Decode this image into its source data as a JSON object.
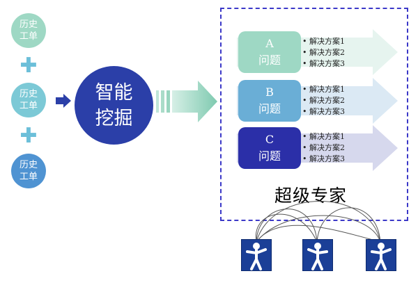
{
  "tickets": [
    {
      "line1": "历史",
      "line2": "工单"
    },
    {
      "line1": "历史",
      "line2": "工单"
    },
    {
      "line1": "历史",
      "line2": "工单"
    }
  ],
  "mining": {
    "line1": "智能",
    "line2": "挖掘"
  },
  "problems": [
    {
      "letter": "A",
      "label": "问题",
      "color": "#9ed8c4",
      "arrow_color": "#e6f4ef",
      "solutions": [
        "解决方案1",
        "解决方案2",
        "解决方案3"
      ]
    },
    {
      "letter": "B",
      "label": "问题",
      "color": "#6aaed6",
      "arrow_color": "#dbe9f4",
      "solutions": [
        "解决方案1",
        "解决方案2",
        "解决方案3"
      ]
    },
    {
      "letter": "C",
      "label": "问题",
      "color": "#2b2fa8",
      "arrow_color": "#d6d8ed",
      "solutions": [
        "解决方案1",
        "解决方案2",
        "解决方案3"
      ]
    }
  ],
  "experts_label": "超级专家"
}
